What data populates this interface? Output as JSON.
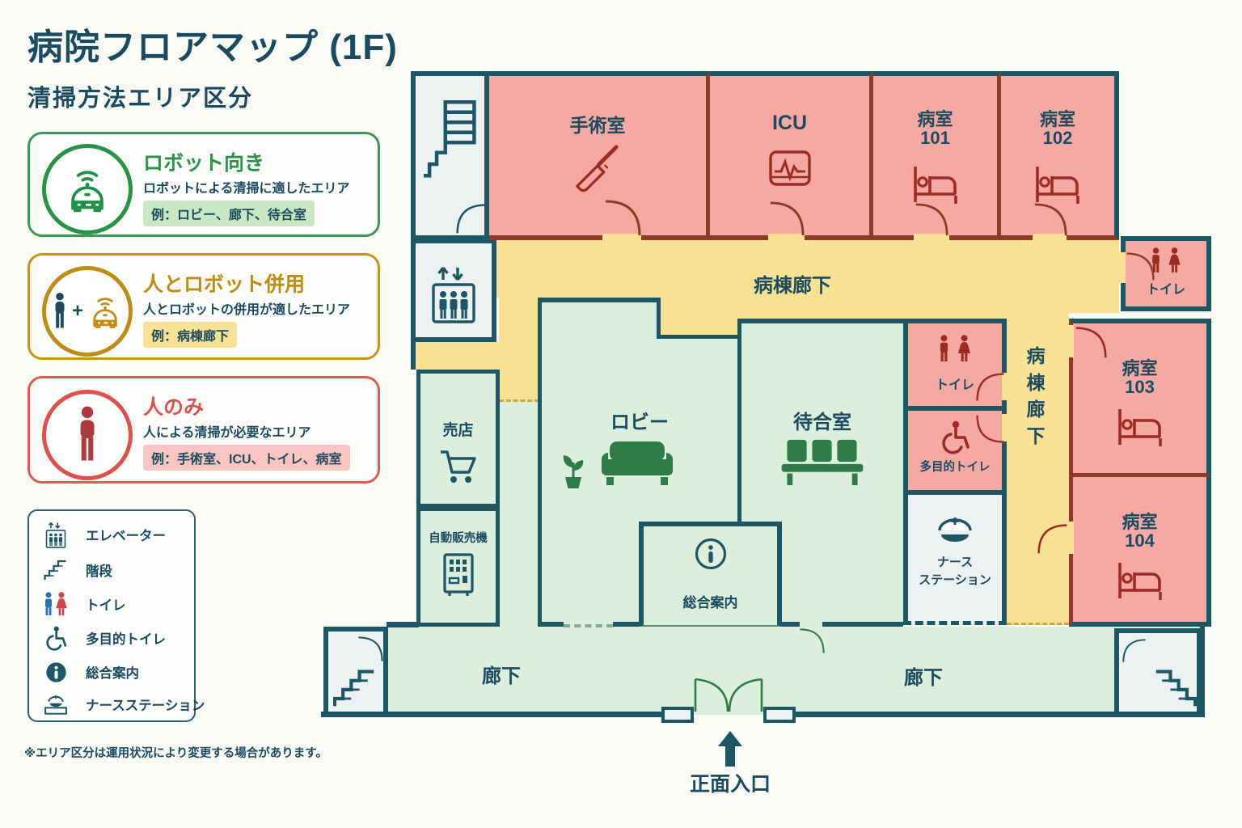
{
  "header": {
    "title": "病院フロアマップ (1F)",
    "subtitle": "清掃方法エリア区分"
  },
  "legend_cards": [
    {
      "id": "robot",
      "title": "ロボット向き",
      "description": "ロボットによる清掃に適したエリア",
      "example": "例：ロビー、廊下、待合室",
      "accent": "#279447",
      "border": "#3D9959",
      "tag_bg": "#C9E7C3",
      "icon": "robot-vacuum-icon"
    },
    {
      "id": "shared",
      "title": "人とロボット併用",
      "description": "人とロボットの併用が適したエリア",
      "example": "例：病棟廊下",
      "accent": "#BF8D15",
      "border": "#C8951B",
      "tag_bg": "#F9E193",
      "icon": "person-plus-robot-icon"
    },
    {
      "id": "human",
      "title": "人のみ",
      "description": "人による清掃が必要なエリア",
      "example": "例：手術室、ICU、トイレ、病室",
      "accent": "#E0514D",
      "border": "#E25A55",
      "tag_bg": "#F8C5C0",
      "icon": "person-icon"
    }
  ],
  "symbol_legend": {
    "items": [
      {
        "icon": "elevator-icon",
        "label": "エレベーター"
      },
      {
        "icon": "stairs-icon",
        "label": "階段"
      },
      {
        "icon": "toilet-icon",
        "label": "トイレ"
      },
      {
        "icon": "accessible-toilet-icon",
        "label": "多目的トイレ"
      },
      {
        "icon": "information-icon",
        "label": "総合案内"
      },
      {
        "icon": "nurse-station-icon",
        "label": "ナースステーション"
      }
    ]
  },
  "map": {
    "rooms": {
      "operating_room": "手術室",
      "icu": "ICU",
      "room101": {
        "name": "病室",
        "number": "101"
      },
      "room102": {
        "name": "病室",
        "number": "102"
      },
      "room103": {
        "name": "病室",
        "number": "103"
      },
      "room104": {
        "name": "病室",
        "number": "104"
      },
      "toilet_top": "トイレ",
      "toilet_mid": "トイレ",
      "multipurpose_toilet": "多目的トイレ",
      "nurse_station": {
        "line1": "ナース",
        "line2": "ステーション"
      },
      "ward_corridor_h": "病棟廊下",
      "ward_corridor_v": "病棟廊下",
      "shop": "売店",
      "vending_machine": "自動販売機",
      "lobby": "ロビー",
      "waiting_room": "待合室",
      "information": "総合案内",
      "corridor_left": "廊下",
      "corridor_right": "廊下",
      "main_entrance": "正面入口"
    }
  },
  "footnote": "※エリア区分は運用状況により変更する場合があります。",
  "colors": {
    "zone_robot_green": "#DCEEDC",
    "zone_shared_yellow": "#F9E193",
    "zone_human_pink": "#F5A9A2",
    "wall_teal": "#1D5766",
    "wall_dark_red": "#8E3A28",
    "icon_dark_red": "#9E2B22",
    "icon_green": "#2E7D46",
    "toilet_man_blue": "#2F6EB5",
    "toilet_woman_red": "#D6424A",
    "legend_green": "#279447",
    "legend_gold": "#BF8D15",
    "legend_red": "#E0514D"
  }
}
